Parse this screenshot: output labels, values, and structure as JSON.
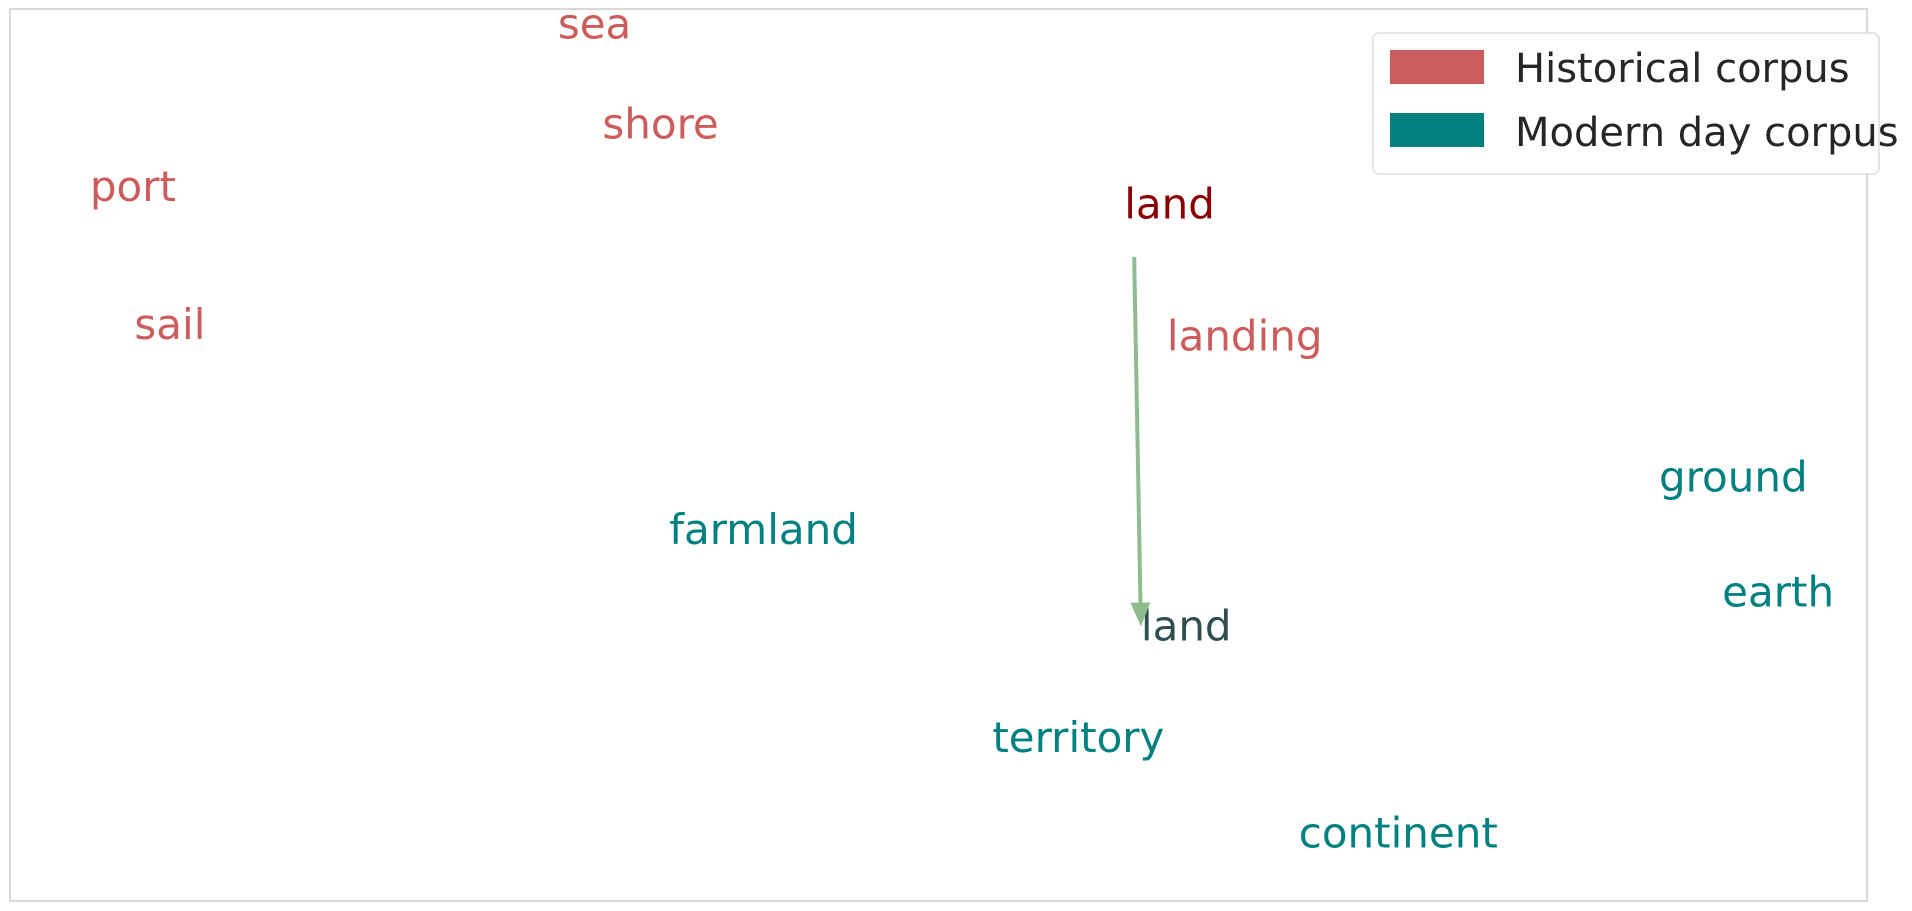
{
  "chart_data": {
    "type": "scatter",
    "title": "",
    "xlabel": "",
    "ylabel": "",
    "grid": false,
    "axes_visible": false,
    "legend_placement": "top-right",
    "xlim": [
      0,
      1
    ],
    "ylim": [
      0,
      1
    ],
    "series": [
      {
        "name": "Historical corpus",
        "color": "#cd5c5c",
        "points": [
          {
            "label": "sea",
            "x": 0.295,
            "y": 0.967
          },
          {
            "label": "shore",
            "x": 0.319,
            "y": 0.855
          },
          {
            "label": "port",
            "x": 0.043,
            "y": 0.785
          },
          {
            "label": "sail",
            "x": 0.067,
            "y": 0.63
          },
          {
            "label": "landing",
            "x": 0.623,
            "y": 0.617
          }
        ]
      },
      {
        "name": "Modern day corpus",
        "color": "#008080",
        "points": [
          {
            "label": "ground",
            "x": 0.888,
            "y": 0.459
          },
          {
            "label": "farmland",
            "x": 0.355,
            "y": 0.4
          },
          {
            "label": "earth",
            "x": 0.922,
            "y": 0.33
          },
          {
            "label": "territory",
            "x": 0.529,
            "y": 0.167
          },
          {
            "label": "continent",
            "x": 0.694,
            "y": 0.06
          }
        ]
      }
    ],
    "focus_word": {
      "label": "land",
      "historical": {
        "x": 0.6,
        "y": 0.765,
        "color": "#8b0000"
      },
      "modern": {
        "x": 0.609,
        "y": 0.292,
        "color": "#2f4f4f"
      },
      "arrow_color": "#8fbc8f"
    }
  }
}
